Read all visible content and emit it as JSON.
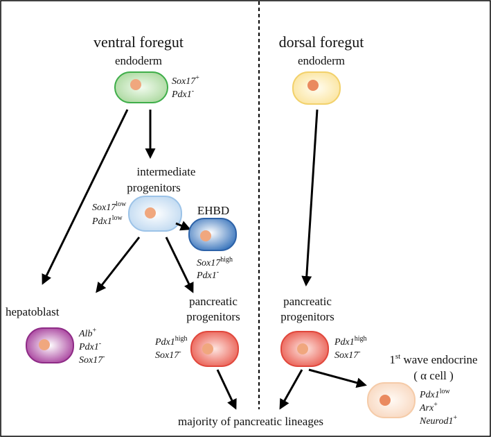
{
  "ventral": {
    "title": "ventral foregut",
    "subtitle": "endoderm",
    "markers": {
      "sox17": "Sox17",
      "sox17_sup": "+",
      "pdx1": "Pdx1",
      "pdx1_sup": "-"
    }
  },
  "dorsal": {
    "title": "dorsal foregut",
    "subtitle": "endoderm"
  },
  "intermediate": {
    "line1": "intermediate",
    "line2": "progenitors",
    "markers": {
      "sox17": "Sox17",
      "sox17_sup": "low",
      "pdx1": "Pdx1",
      "pdx1_sup": "low"
    }
  },
  "ehbd": {
    "label": "EHBD",
    "markers": {
      "sox17": "Sox17",
      "sox17_sup": "high",
      "pdx1": "Pdx1",
      "pdx1_sup": "-"
    }
  },
  "hepatoblast": {
    "label": "hepatoblast",
    "markers": {
      "alb": "Alb",
      "alb_sup": "+",
      "pdx1": "Pdx1",
      "pdx1_sup": "-",
      "sox17": "Sox17",
      "sox17_sup": "-"
    }
  },
  "pancreatic_left": {
    "line1": "pancreatic",
    "line2": "progenitors",
    "markers": {
      "pdx1": "Pdx1",
      "pdx1_sup": "high",
      "sox17": "Sox17",
      "sox17_sup": "-"
    }
  },
  "pancreatic_right": {
    "line1": "pancreatic",
    "line2": "progenitors",
    "markers": {
      "pdx1": "Pdx1",
      "pdx1_sup": "high",
      "sox17": "Sox17",
      "sox17_sup": "-"
    }
  },
  "endocrine": {
    "line1_sup": "st",
    "line1_pre": "1",
    "line1_post": " wave endocrine",
    "line2": "( α cell )",
    "markers": {
      "pdx1": "Pdx1",
      "pdx1_sup": "low",
      "arx": "Arx",
      "arx_sup": "+",
      "neurod": "Neurod1",
      "neurod_sup": "+"
    }
  },
  "footer": "majority of pancreatic lineages",
  "colors": {
    "ventral_cell": "#c9e5c1",
    "dorsal_cell": "#fbe9a6",
    "intermediate_cell": "#d6e7f6",
    "ehbd_cell": "#5d8fc7",
    "hepatoblast_cell": "#b04aa8",
    "pancreatic_cell": "#ee6f62",
    "endocrine_cell": "#fbe3cf",
    "nucleus": "#f0a77e"
  }
}
